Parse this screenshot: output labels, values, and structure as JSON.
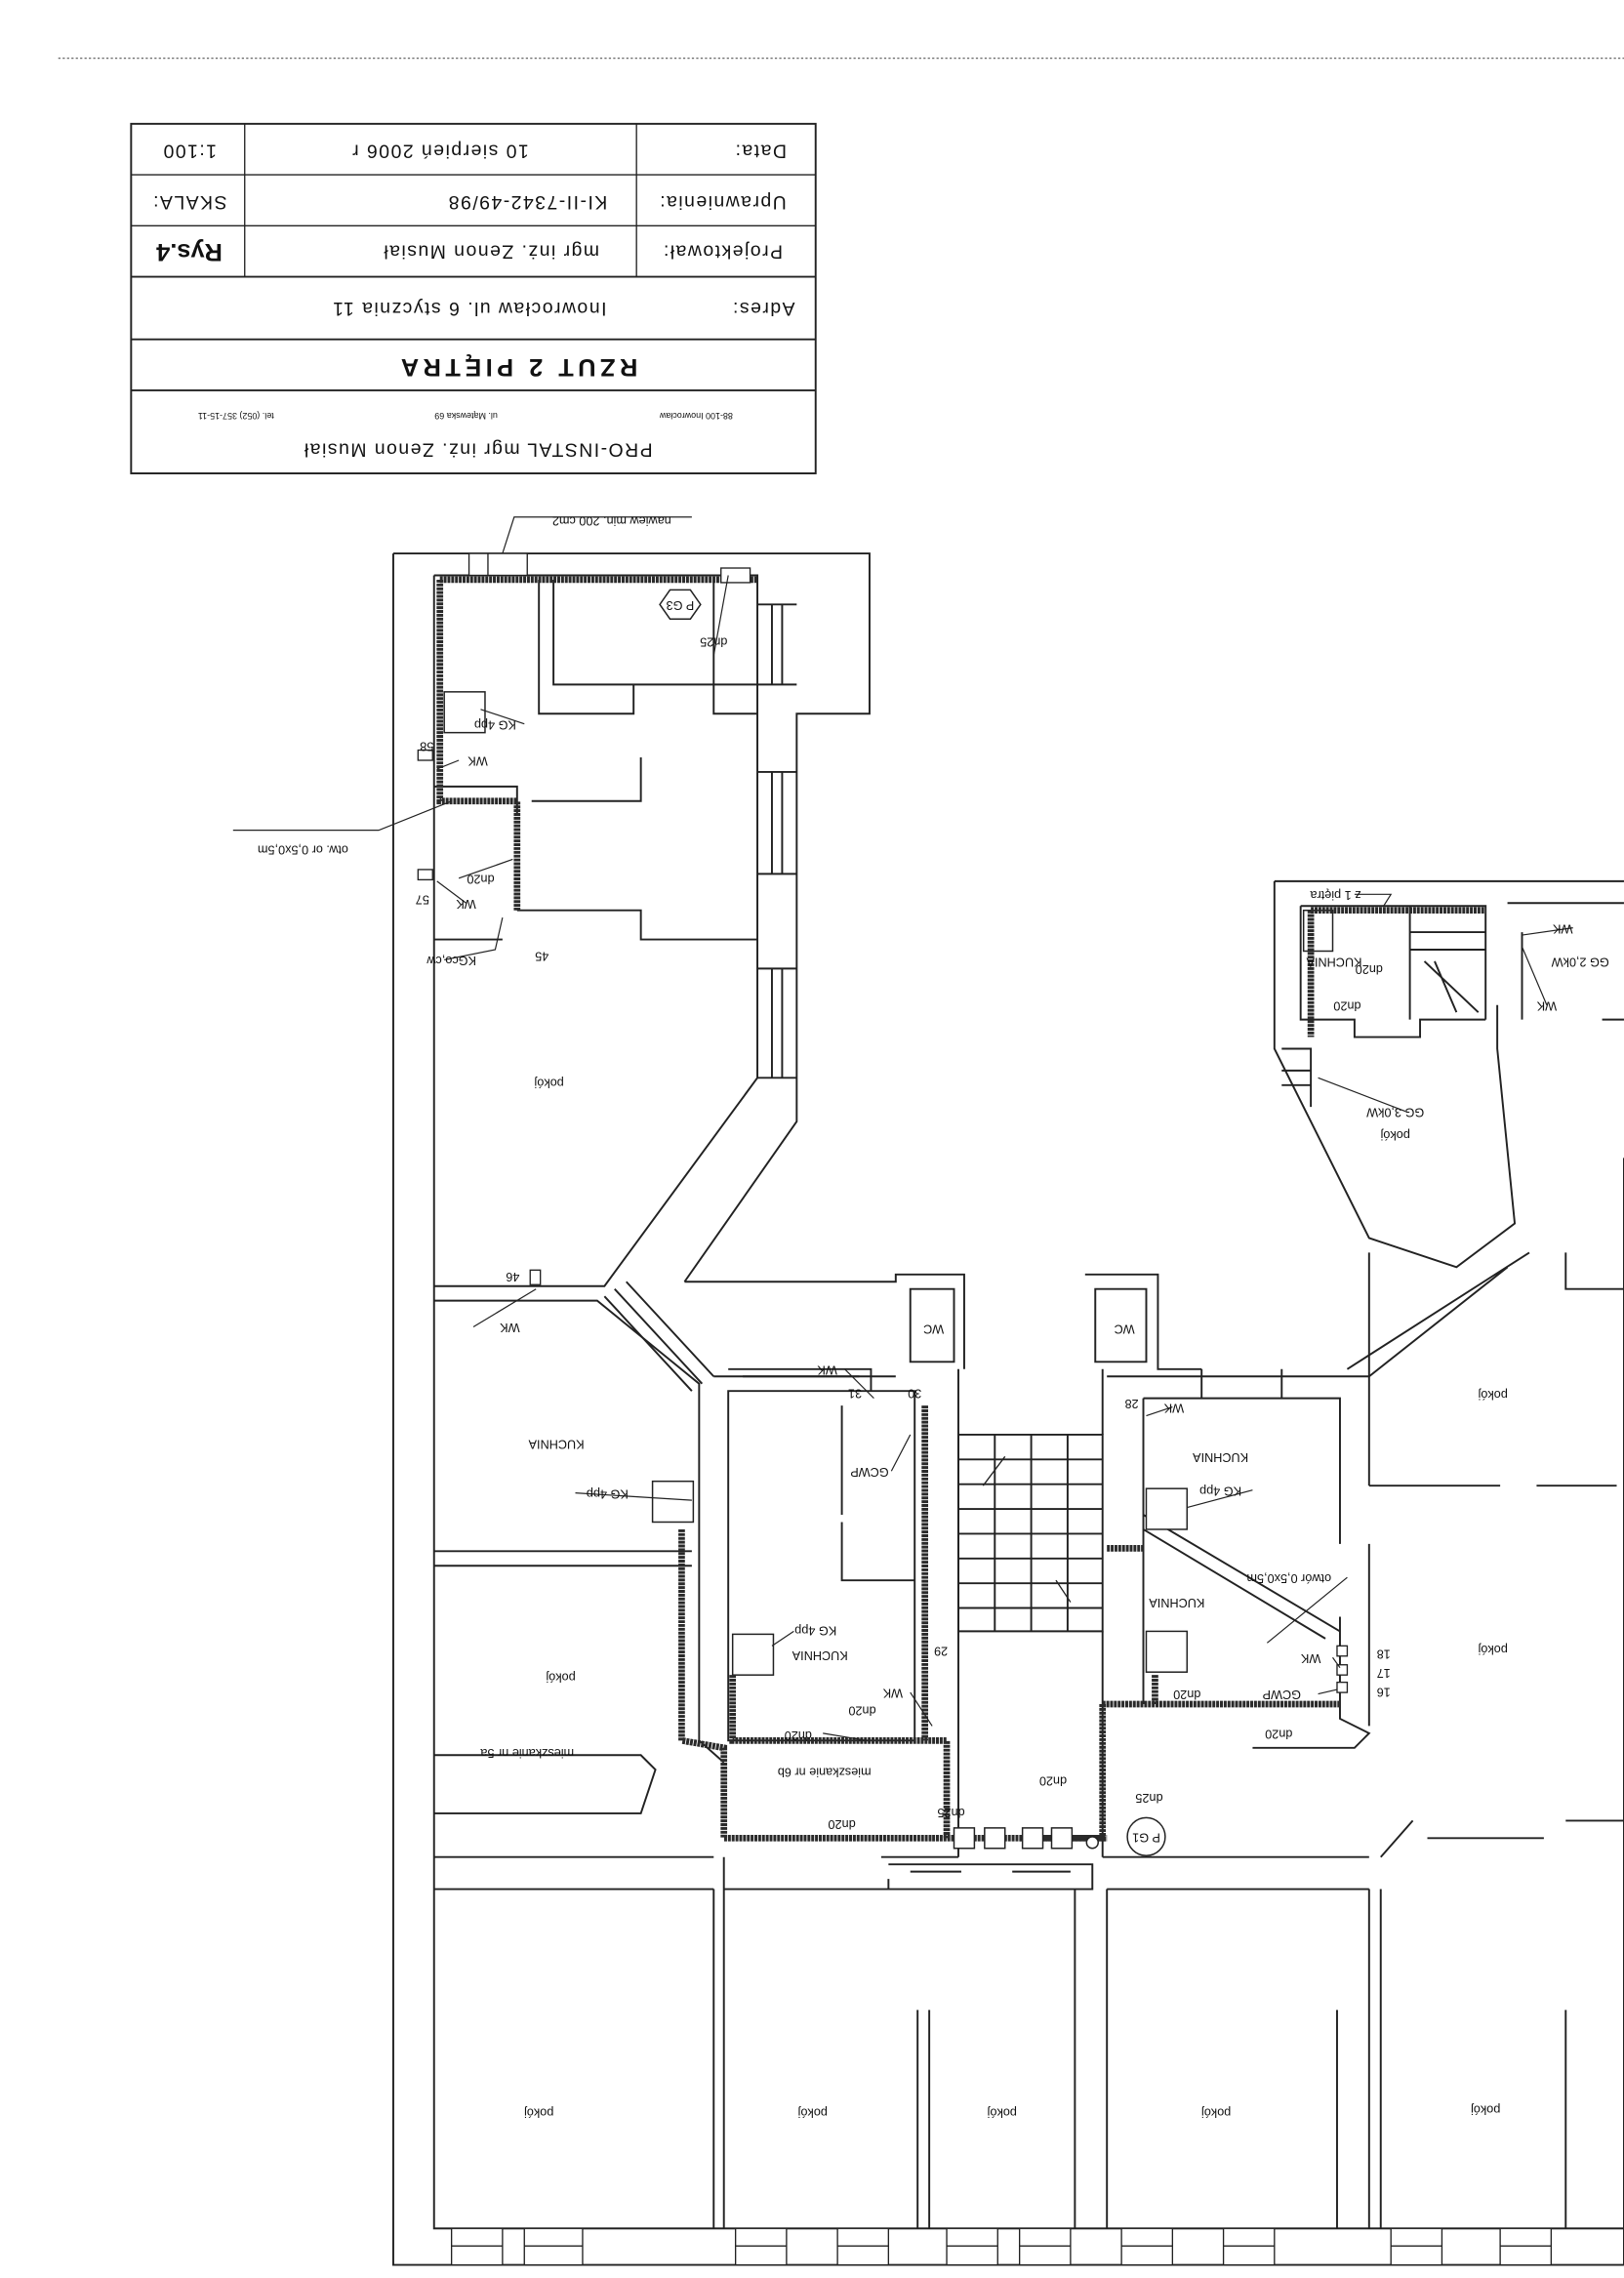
{
  "title_block": {
    "company": "PRO-INSTAL mgr inż. Zenon Musiał",
    "company_city": "88-100 Inowrocław",
    "company_street": "ul. Mątewska 69",
    "company_phone": "tel. (052) 357-15-11",
    "title": "RZUT  2 PIĘTRA",
    "address_label": "Adres:",
    "address": "Inowrocław ul. 6 stycznia 11",
    "designer_label": "Projektował:",
    "designer": "mgr inż. Zenon Musiał",
    "permissions_label": "Uprawnienia:",
    "permissions": "KI-II-7342-49/98",
    "date_label": "Data:",
    "date": "10 sierpień 2006 r",
    "drawing_no": "Rys.4",
    "scale_label": "SKALA:",
    "scale": "1:100"
  },
  "plan": {
    "orientation": "rotated 180",
    "labels": [
      "nawiew min. 200 cm2",
      "P G3",
      "dn25",
      "KG 4pp",
      "WK",
      "58",
      "otw. or 0,5x0,5m",
      "dn20",
      "WK",
      "57",
      "KGco,cw",
      "45",
      "pokój",
      "WK",
      "46",
      "KUCHNIA",
      "KG 4pp",
      "pokój",
      "mieszkanie nr 5a",
      "WC",
      "WC",
      "WK",
      "31",
      "30",
      "GCWP",
      "KG 4pp",
      "KUCHNIA",
      "29",
      "WK",
      "dn20",
      "dn20",
      "mieszkanie nr 6b",
      "dn25",
      "dn20",
      "dn20",
      "dn25",
      "P G1",
      "28",
      "WK",
      "KUCHNIA",
      "KG 4pp",
      "KUCHNIA",
      "otwór 0,5x0,5m",
      "WK",
      "18",
      "17",
      "16",
      "GCWP",
      "dn20",
      "dn20",
      "pokój",
      "pokój",
      "z 1 piętra",
      "KUCHNIA",
      "dn20",
      "dn20",
      "GG 2,0kW",
      "WK",
      "WK",
      "GG 3,0kW",
      "pokój",
      "pokój",
      "pokój",
      "pokój",
      "pokój",
      "pokój"
    ]
  }
}
